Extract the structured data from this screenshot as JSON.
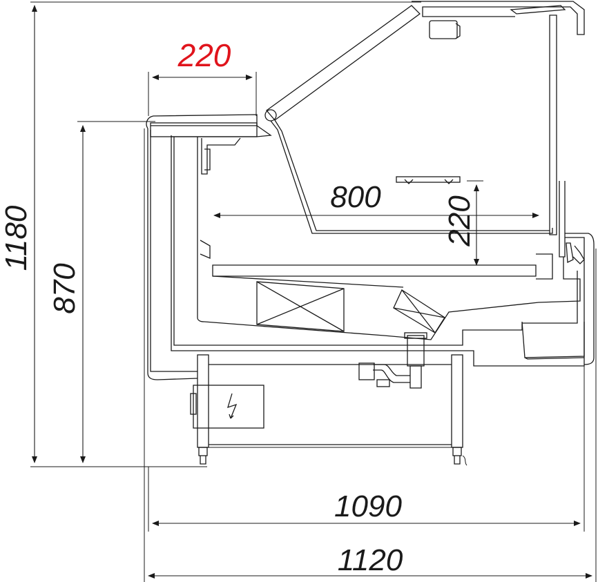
{
  "drawing": {
    "dimensions": {
      "overall_height": "1180",
      "counter_height": "870",
      "top_shelf_depth": "220",
      "display_depth": "800",
      "display_height": "220",
      "base_width": "1090",
      "overall_width": "1120"
    },
    "colors": {
      "line": "#1a1a1a",
      "highlight_dimension": "#e0141c",
      "background": "#ffffff"
    },
    "icons": [
      "electrical-hazard-icon"
    ]
  }
}
